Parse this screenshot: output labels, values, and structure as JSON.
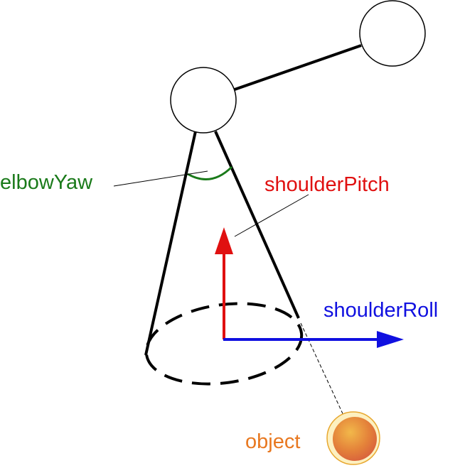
{
  "labels": {
    "elbow_yaw": "elbowYaw",
    "shoulder_pitch": "shoulderPitch",
    "shoulder_roll": "shoulderRoll",
    "object": "object"
  },
  "colors": {
    "elbow_yaw": "#1a7a1a",
    "shoulder_pitch": "#e01010",
    "shoulder_roll": "#1010e0",
    "object": "#e87820",
    "structure": "#000000"
  }
}
